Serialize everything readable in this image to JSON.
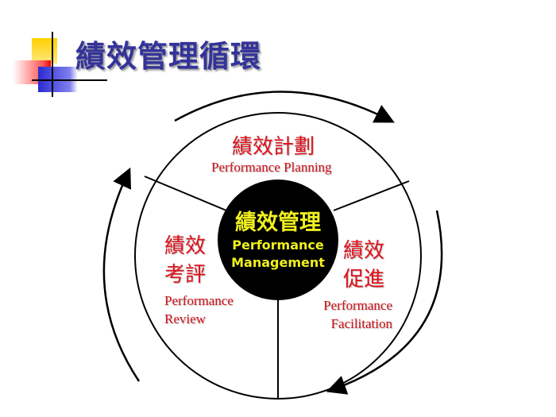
{
  "title": "績效管理循環",
  "center": {
    "zh": "績效管理",
    "en1": "Performance",
    "en2": "Management"
  },
  "planning": {
    "zh": "績效計劃",
    "en": "Performance Planning"
  },
  "review": {
    "zh1": "績效",
    "zh2": "考評",
    "en1": "Performance",
    "en2": "Review"
  },
  "facilitation": {
    "zh1": "績效",
    "zh2": "促進",
    "en1": "Performance",
    "en2": "Facilitation"
  }
}
